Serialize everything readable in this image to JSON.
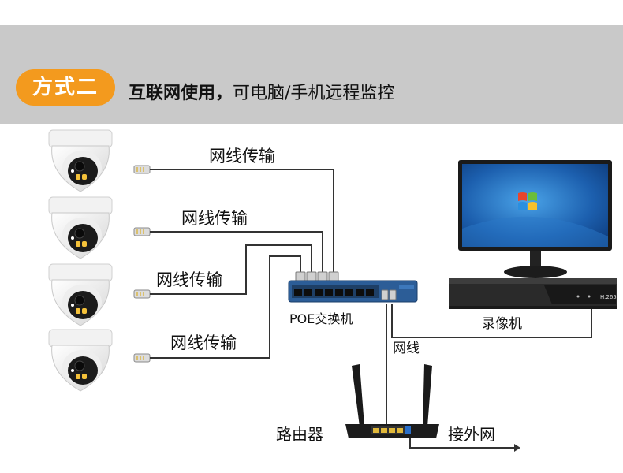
{
  "header": {
    "mode_label": "方式二",
    "title_bold": "互联网使用，",
    "title_rest": "可电脑/手机远程监控"
  },
  "labels": {
    "cable_1": "网线传输",
    "cable_2": "网线传输",
    "cable_3": "网线传输",
    "cable_4": "网线传输",
    "poe_switch": "POE交换机",
    "nvr": "录像机",
    "network_cable": "网线",
    "router": "路由器",
    "external_network": "接外网",
    "nvr_badge": "H.265"
  },
  "colors": {
    "banner": "#c9c9c9",
    "badge": "#f39a1e",
    "switch_body": "#2c5d97",
    "screen_blue": "#1c5fae",
    "nvr_body": "#2a2a2a"
  }
}
